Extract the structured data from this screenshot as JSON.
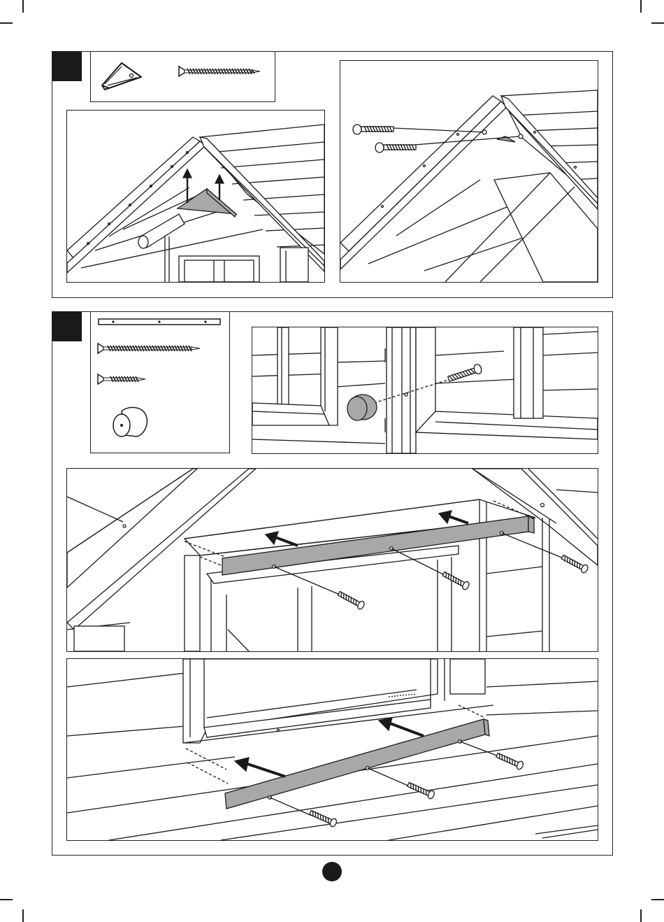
{
  "colors": {
    "ink": "#1a1a1a",
    "part_fill": "#a8a8a8",
    "paper": "#ffffff"
  },
  "sections": [
    {
      "parts": [
        {
          "icon": "triangle-block-icon"
        },
        {
          "icon": "long-screw-icon"
        }
      ],
      "panels": [
        "gable-bracket-insert-panel",
        "gable-bracket-screw-panel"
      ]
    },
    {
      "parts": [
        {
          "icon": "metal-strip-icon"
        },
        {
          "icon": "long-screw-icon"
        },
        {
          "icon": "short-screw-icon"
        },
        {
          "icon": "knob-icon"
        }
      ],
      "panels": [
        "knob-attach-panel",
        "upper-window-batten-panel",
        "lower-window-batten-panel"
      ]
    }
  ],
  "page_badge": {
    "icon": "page-number-disc-icon"
  }
}
